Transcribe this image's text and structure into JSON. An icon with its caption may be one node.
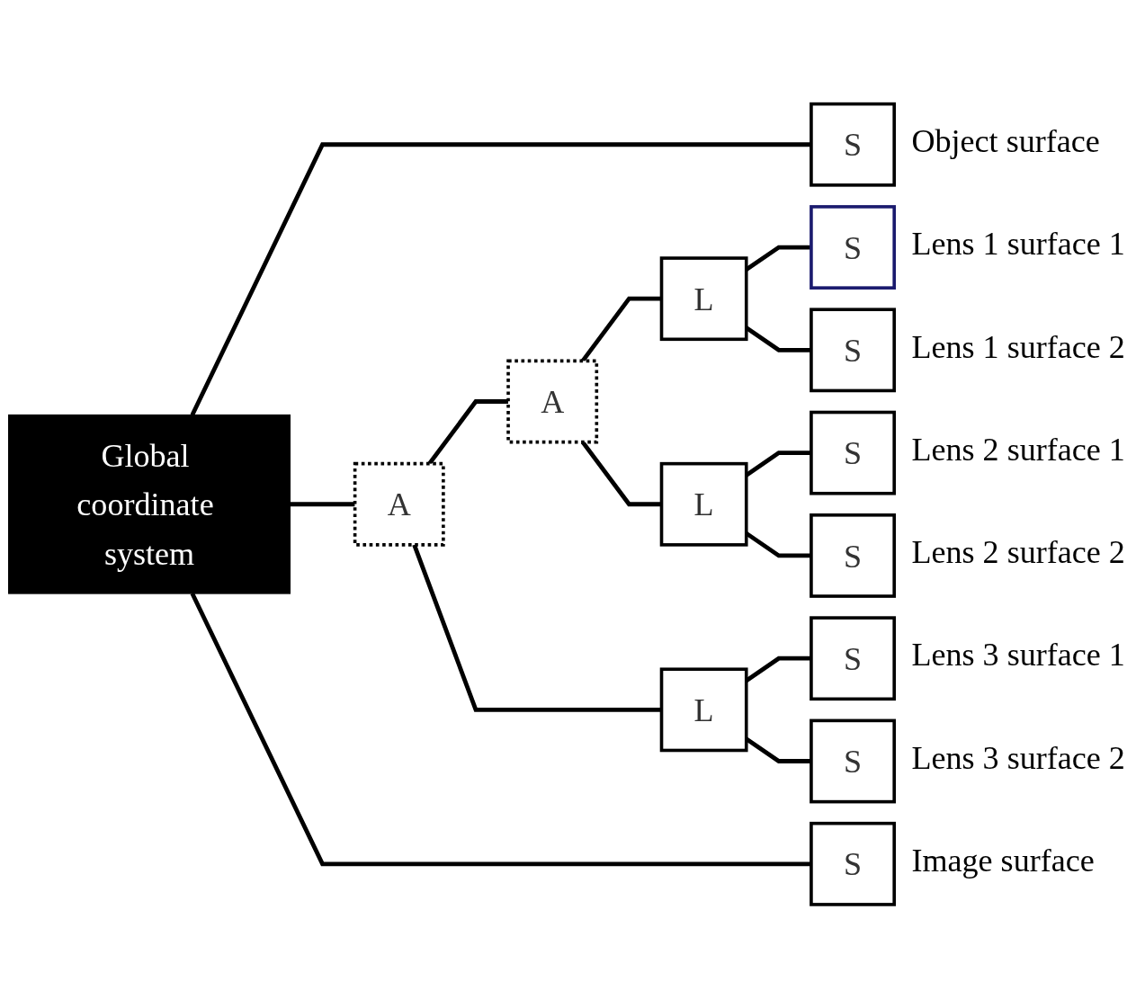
{
  "diagram": {
    "nodes": [
      {
        "text": [
          "Global coordinate system"
        ]
      },
      {
        "text": [
          "S"
        ],
        "beside": [
          "Object surface"
        ]
      },
      {
        "text": [
          "A"
        ]
      },
      {
        "text": [
          "A"
        ]
      },
      {
        "text": [
          "L"
        ]
      },
      {
        "text": [
          "S"
        ],
        "beside": [
          "Lens 1 surface 1"
        ]
      },
      {
        "text": [
          "S"
        ],
        "beside": [
          "Lens 1 surface 2"
        ]
      },
      {
        "text": [
          "L"
        ]
      },
      {
        "text": [
          "S"
        ],
        "beside": [
          "Lens 2 surface 1"
        ]
      },
      {
        "text": [
          "S"
        ],
        "beside": [
          "Lens 2 surface 2"
        ]
      },
      {
        "text": [
          "L"
        ]
      },
      {
        "text": [
          "S"
        ],
        "beside": [
          "Lens 3 surface 1"
        ]
      },
      {
        "text": [
          "S"
        ],
        "beside": [
          "Lens 3 surface 2"
        ]
      },
      {
        "text": [
          "S"
        ],
        "beside": [
          "Image surface"
        ]
      }
    ],
    "edges": [
      {
        "from": 0,
        "to": 1,
        "arrow": "none"
      },
      {
        "from": 0,
        "to": 2,
        "arrow": "none"
      },
      {
        "from": 2,
        "to": 3,
        "arrow": "none"
      },
      {
        "from": 3,
        "to": 4,
        "arrow": "none"
      },
      {
        "from": 4,
        "to": 5,
        "arrow": "none"
      },
      {
        "from": 4,
        "to": 6,
        "arrow": "none"
      },
      {
        "from": 3,
        "to": 7,
        "arrow": "none"
      },
      {
        "from": 7,
        "to": 8,
        "arrow": "none"
      },
      {
        "from": 7,
        "to": 9,
        "arrow": "none"
      },
      {
        "from": 2,
        "to": 10,
        "arrow": "none"
      },
      {
        "from": 10,
        "to": 11,
        "arrow": "none"
      },
      {
        "from": 10,
        "to": 12,
        "arrow": "none"
      },
      {
        "from": 0,
        "to": 13,
        "arrow": "none"
      }
    ]
  }
}
